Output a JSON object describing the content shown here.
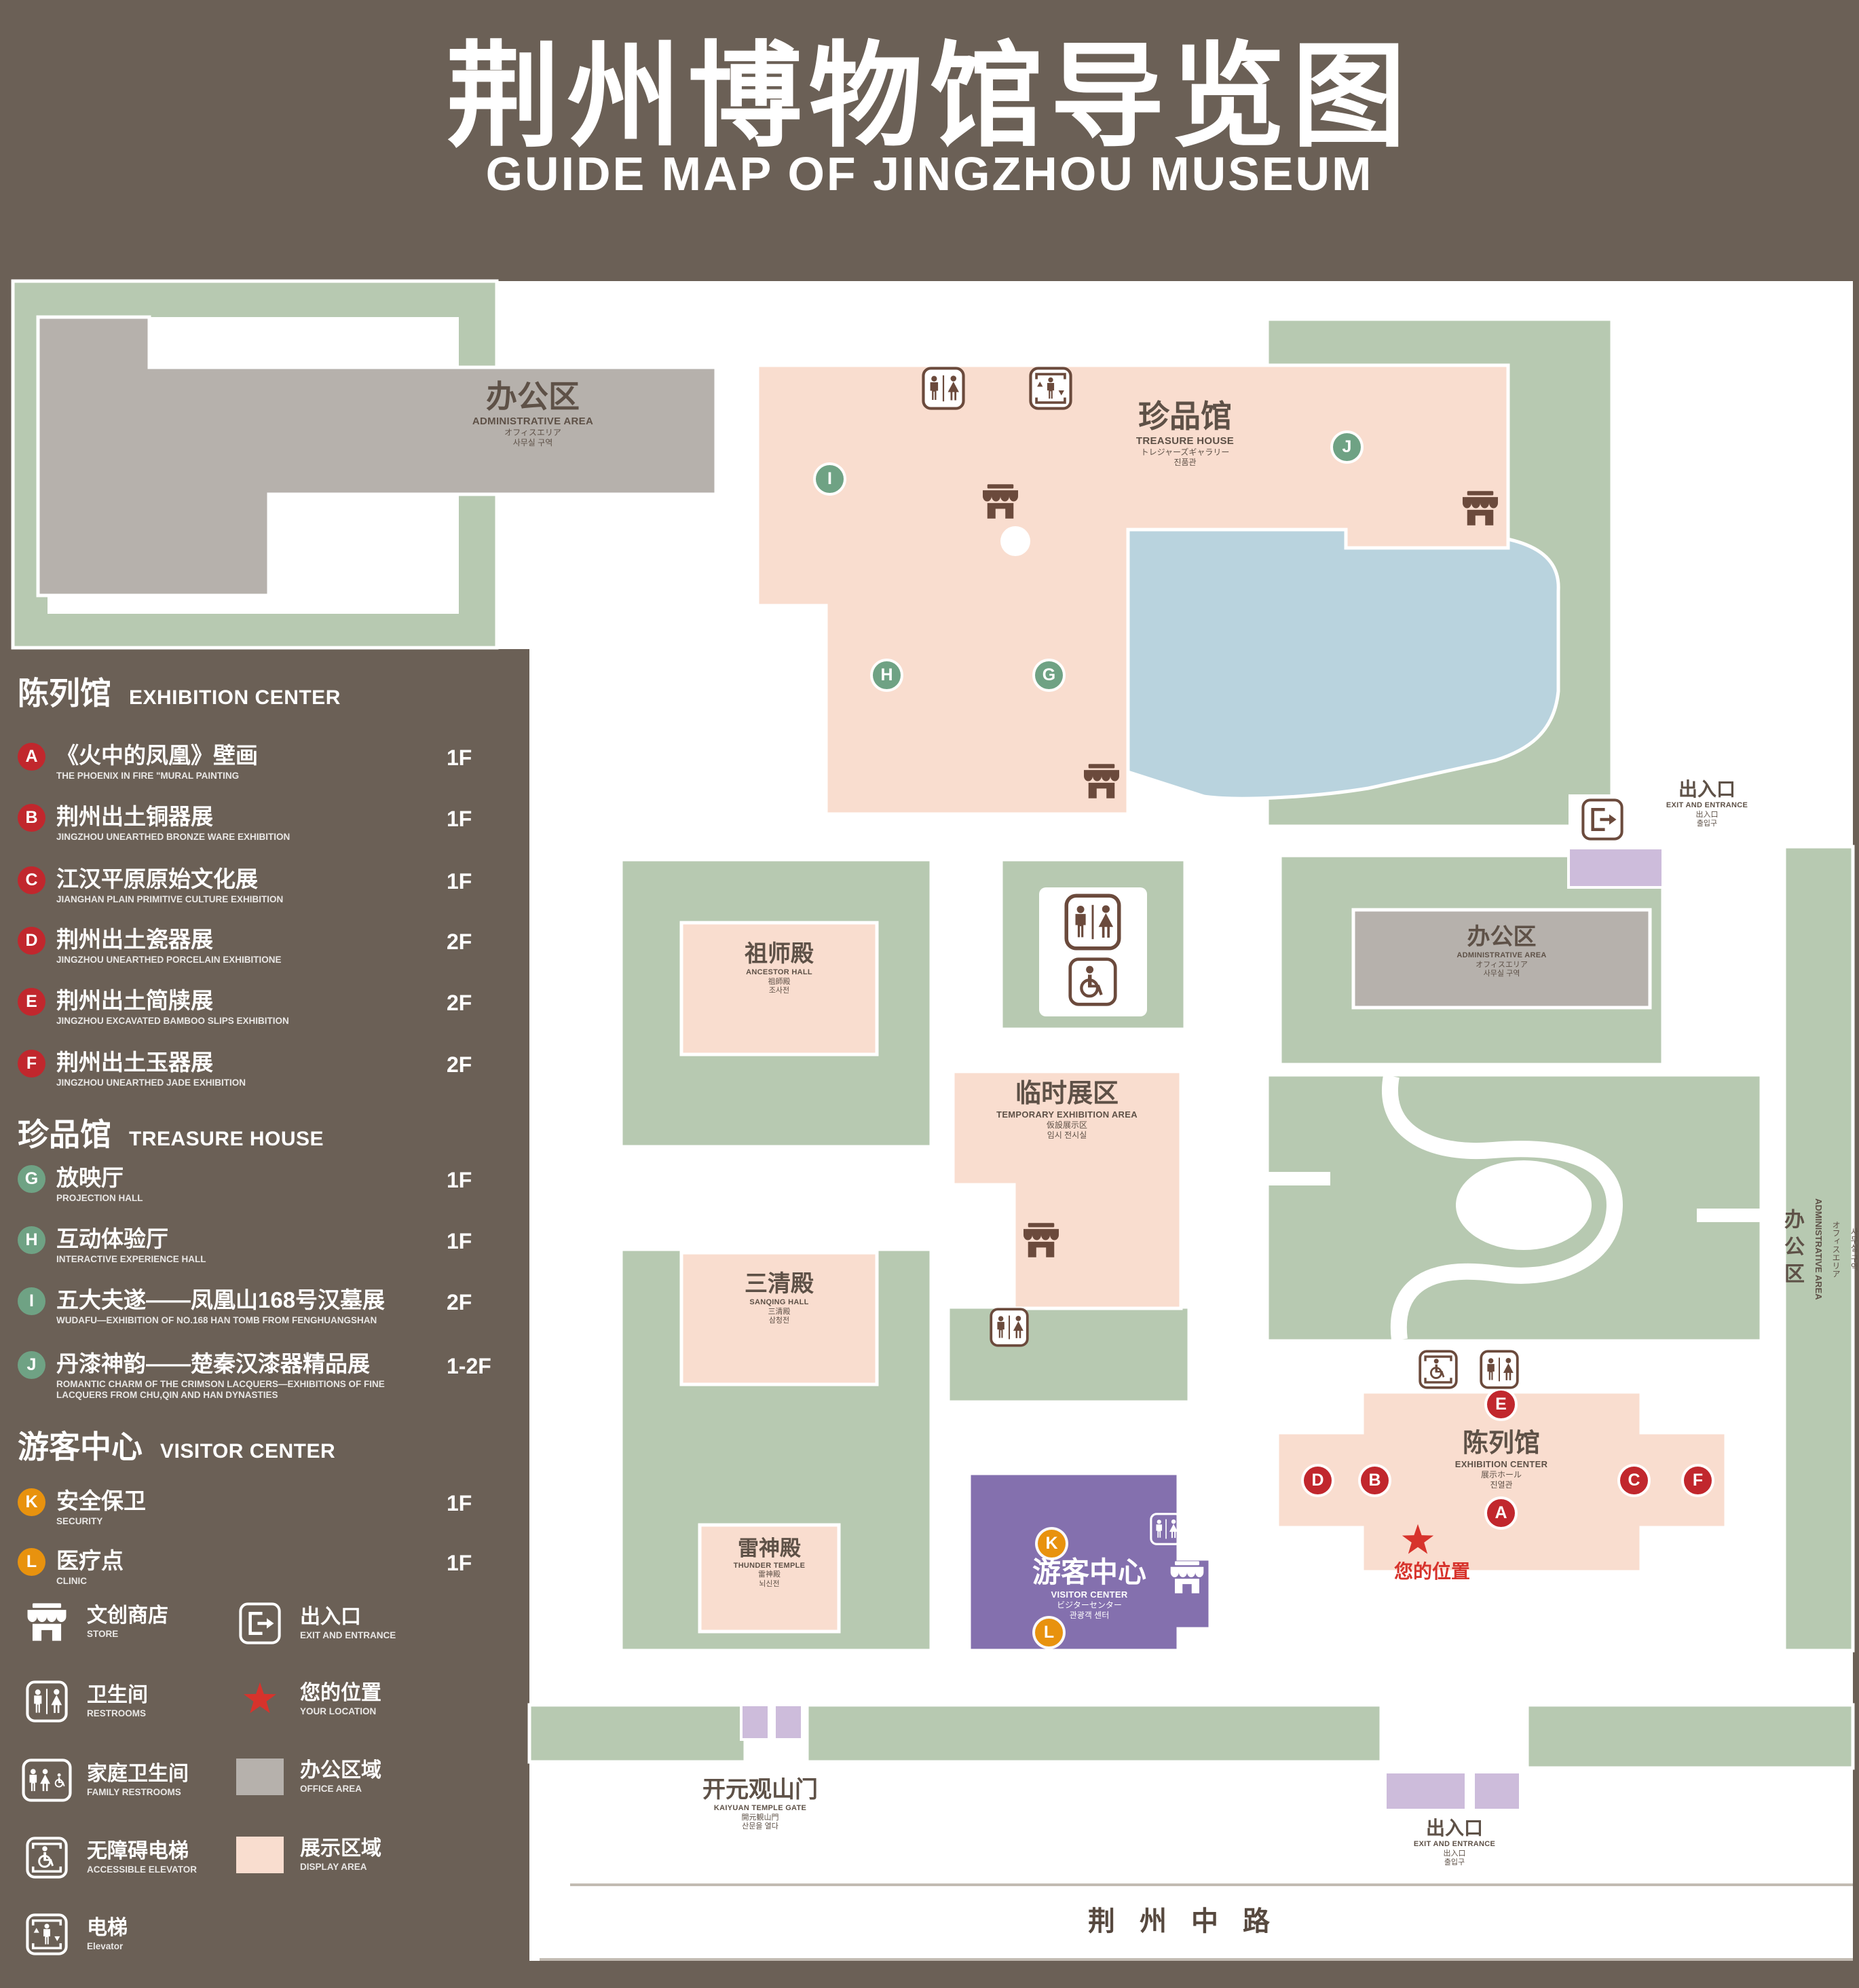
{
  "title": {
    "zh": "荆州博物馆导览图",
    "en": "GUIDE MAP OF JINGZHOU MUSEUM"
  },
  "colors": {
    "background": "#6B6056",
    "lawn_green": "#B7C9B1",
    "display_pink": "#F9DDCF",
    "office_gray": "#B6B1AC",
    "visitor_purple": "#8470AE",
    "pond_blue": "#B9D3DE",
    "entrance_lavender": "#CDBCDB",
    "marker_red": "#C1272D",
    "marker_green": "#6FA284",
    "marker_orange": "#E8920E",
    "location_red": "#D7332C"
  },
  "legend": {
    "sections": [
      {
        "title_zh": "陈列馆",
        "title_en": "EXHIBITION CENTER",
        "items": [
          {
            "key": "A",
            "zh": "《火中的凤凰》壁画",
            "en": "THE PHOENIX IN FIRE \"MURAL PAINTING",
            "floor": "1F"
          },
          {
            "key": "B",
            "zh": "荆州出土铜器展",
            "en": "JINGZHOU UNEARTHED BRONZE WARE EXHIBITION",
            "floor": "1F"
          },
          {
            "key": "C",
            "zh": "江汉平原原始文化展",
            "en": "JIANGHAN PLAIN PRIMITIVE CULTURE EXHIBITION",
            "floor": "1F"
          },
          {
            "key": "D",
            "zh": "荆州出土瓷器展",
            "en": "JINGZHOU UNEARTHED PORCELAIN EXHIBITIONE",
            "floor": "2F"
          },
          {
            "key": "E",
            "zh": "荆州出土简牍展",
            "en": "JINGZHOU EXCAVATED BAMBOO SLIPS EXHIBITION",
            "floor": "2F"
          },
          {
            "key": "F",
            "zh": "荆州出土玉器展",
            "en": "JINGZHOU UNEARTHED JADE EXHIBITION",
            "floor": "2F"
          }
        ]
      },
      {
        "title_zh": "珍品馆",
        "title_en": "TREASURE HOUSE",
        "items": [
          {
            "key": "G",
            "zh": "放映厅",
            "en": "PROJECTION HALL",
            "floor": "1F"
          },
          {
            "key": "H",
            "zh": "互动体验厅",
            "en": "INTERACTIVE EXPERIENCE HALL",
            "floor": "1F"
          },
          {
            "key": "I",
            "zh": "五大夫遂——凤凰山168号汉墓展",
            "en": "WUDAFU—EXHIBITION OF NO.168 HAN TOMB FROM FENGHUANGSHAN",
            "floor": "2F"
          },
          {
            "key": "J",
            "zh": "丹漆神韵——楚秦汉漆器精品展",
            "en": "ROMANTIC CHARM OF THE CRIMSON LACQUERS—EXHIBITIONS OF FINE LACQUERS FROM CHU,QIN AND HAN DYNASTIES",
            "floor": "1-2F"
          }
        ]
      },
      {
        "title_zh": "游客中心",
        "title_en": "VISITOR CENTER",
        "items": [
          {
            "key": "K",
            "zh": "安全保卫",
            "en": "SECURITY",
            "floor": "1F"
          },
          {
            "key": "L",
            "zh": "医疗点",
            "en": "CLINIC",
            "floor": "1F"
          }
        ]
      }
    ],
    "symbols": [
      {
        "zh": "文创商店",
        "en": "STORE"
      },
      {
        "zh": "卫生间",
        "en": "RESTROOMS"
      },
      {
        "zh": "家庭卫生间",
        "en": "FAMILY RESTROOMS"
      },
      {
        "zh": "无障碍电梯",
        "en": "ACCESSIBLE ELEVATOR"
      },
      {
        "zh": "电梯",
        "en": "Elevator"
      },
      {
        "zh": "出入口",
        "en": "EXIT AND ENTRANCE"
      },
      {
        "zh": "您的位置",
        "en": "YOUR LOCATION"
      },
      {
        "zh": "办公区域",
        "en": "OFFICE AREA"
      },
      {
        "zh": "展示区域",
        "en": "DISPLAY AREA"
      }
    ]
  },
  "map": {
    "admin_top": {
      "zh": "办公区",
      "en": "ADMINISTRATIVE AREA",
      "ja": "オフィスエリア",
      "ko": "사무실 구역"
    },
    "admin_right": {
      "zh": "办公区",
      "en": "ADMINISTRATIVE AREA",
      "ja": "オフィスエリア",
      "ko": "사무실 구역"
    },
    "admin_side": {
      "zh": "办公区",
      "en": "ADMINISTRATIVE AREA",
      "ja": "オフィスエリア",
      "ko": "사무실 구역"
    },
    "treasure": {
      "zh": "珍品馆",
      "en": "TREASURE HOUSE",
      "ja": "トレジャーズギャラリー",
      "ko": "진품관"
    },
    "exit_top": {
      "zh": "出入口",
      "en": "EXIT AND ENTRANCE",
      "ja": "出入口",
      "ko": "출입구"
    },
    "exit_bottom": {
      "zh": "出入口",
      "en": "EXIT AND ENTRANCE",
      "ja": "出入口",
      "ko": "출입구"
    },
    "ancestor": {
      "zh": "祖师殿",
      "en": "ANCESTOR HALL",
      "ja": "祖師殿",
      "ko": "조사전"
    },
    "sanqing": {
      "zh": "三清殿",
      "en": "SANQING HALL",
      "ja": "三清殿",
      "ko": "삼청전"
    },
    "thunder": {
      "zh": "雷神殿",
      "en": "THUNDER TEMPLE",
      "ja": "雷神殿",
      "ko": "뇌신전"
    },
    "temporary": {
      "zh": "临时展区",
      "en": "TEMPORARY EXHIBITION AREA",
      "ja": "仮設展示区",
      "ko": "임시 전시실"
    },
    "exhibition": {
      "zh": "陈列馆",
      "en": "EXHIBITION CENTER",
      "ja": "展示ホール",
      "ko": "진열관"
    },
    "visitor": {
      "zh": "游客中心",
      "en": "VISITOR CENTER",
      "ja": "ビジターセンター",
      "ko": "관광객 센터"
    },
    "gate": {
      "zh": "开元观山门",
      "en": "KAIYUAN TEMPLE GATE",
      "ja": "開元観山門",
      "ko": "산문을 열다"
    },
    "your_location": "您的位置",
    "road": "荆州中路"
  }
}
